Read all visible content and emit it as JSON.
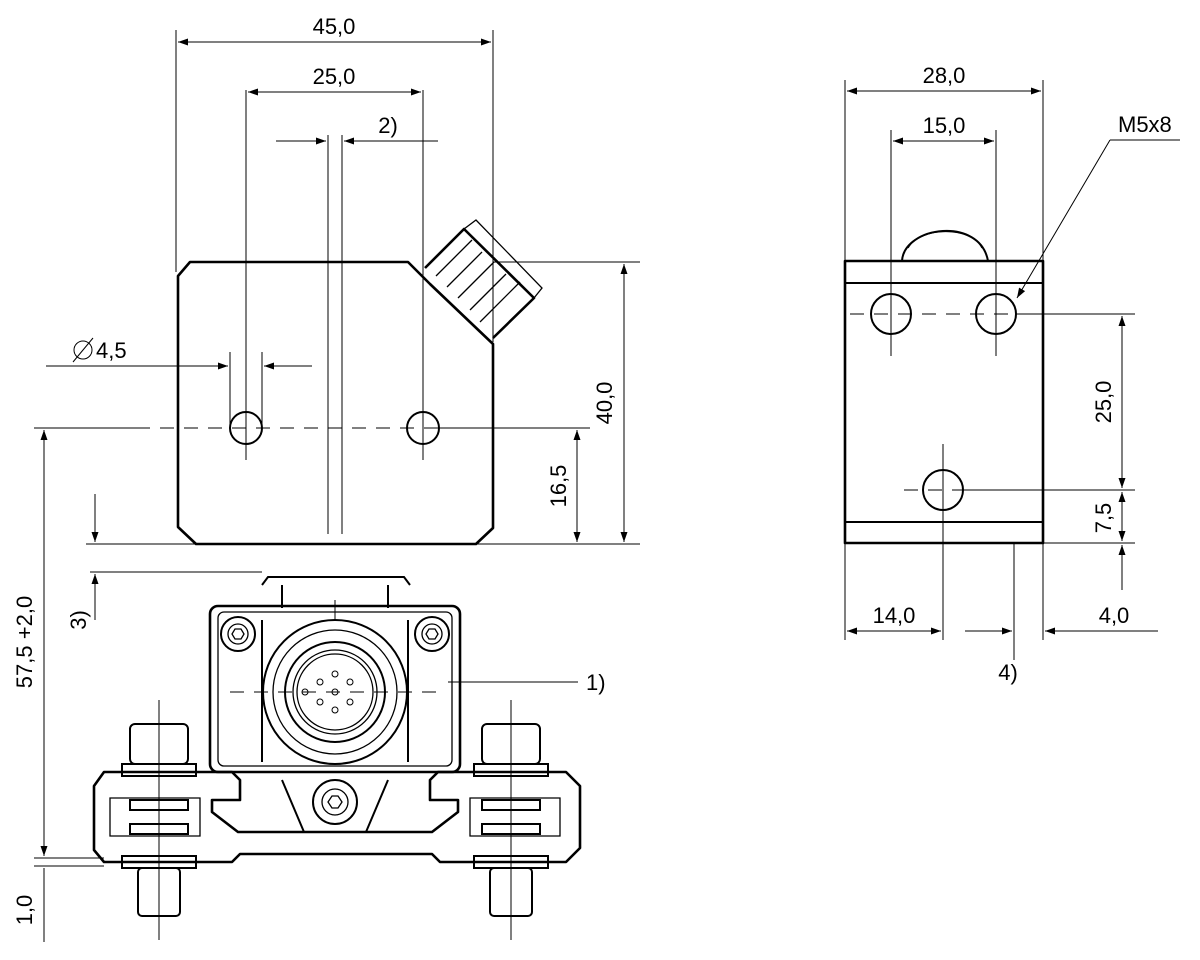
{
  "dimensions": {
    "top_width": "45,0",
    "top_hole_spacing": "25,0",
    "top_offset_note": "2)",
    "hole_diameter": "4,5",
    "front_height": "40,0",
    "hole_height": "16,5",
    "total_height": "57,5 +2,0",
    "gap_note": "3)",
    "base_thickness": "1,0",
    "side_width": "28,0",
    "side_hole_spacing": "15,0",
    "thread_callout": "M5x8",
    "side_vertical_spacing": "25,0",
    "side_bottom_offset": "7,5",
    "side_left_offset": "14,0",
    "side_right_offset": "4,0",
    "side_note": "4)",
    "connector_note": "1)"
  },
  "symbols": {
    "diameter": "diameter-symbol"
  }
}
